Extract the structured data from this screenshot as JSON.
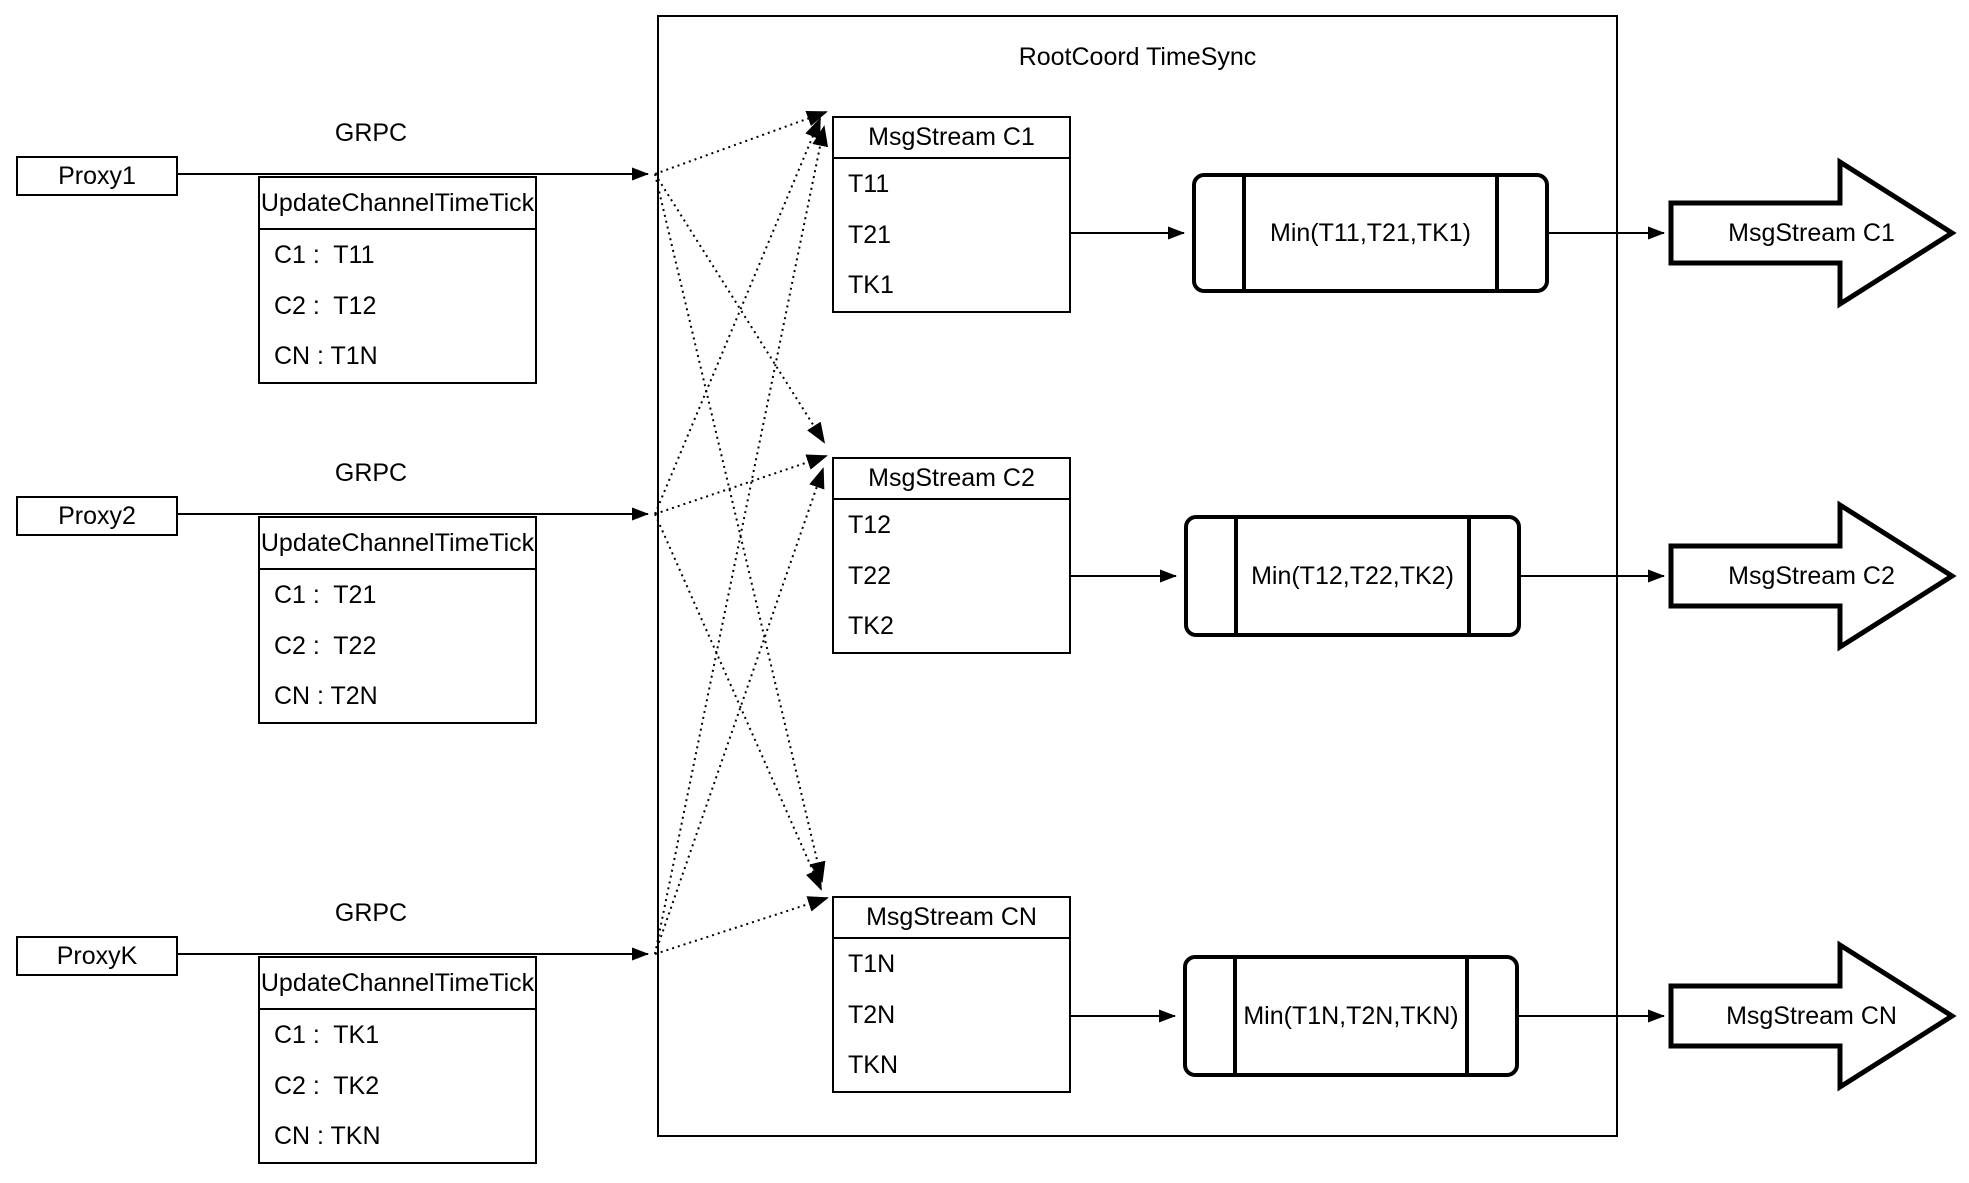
{
  "diagram": {
    "title": "RootCoord TimeSync",
    "rows": [
      {
        "proxy": "Proxy1",
        "grpc": "GRPC",
        "update_header": "UpdateChannelTimeTick",
        "update_rows": [
          "C1 :  T11",
          "C2 :  T12",
          "CN : T1N"
        ],
        "stream_header": "MsgStream C1",
        "stream_rows": [
          "T11",
          "T21",
          "TK1"
        ],
        "min_label": "Min(T11,T21,TK1)",
        "out_label": "MsgStream C1"
      },
      {
        "proxy": "Proxy2",
        "grpc": "GRPC",
        "update_header": "UpdateChannelTimeTick",
        "update_rows": [
          "C1 :  T21",
          "C2 :  T22",
          "CN : T2N"
        ],
        "stream_header": "MsgStream C2",
        "stream_rows": [
          "T12",
          "T22",
          "TK2"
        ],
        "min_label": "Min(T12,T22,TK2)",
        "out_label": "MsgStream C2"
      },
      {
        "proxy": "ProxyK",
        "grpc": "GRPC",
        "update_header": "UpdateChannelTimeTick",
        "update_rows": [
          "C1 :  TK1",
          "C2 :  TK2",
          "CN : TKN"
        ],
        "stream_header": "MsgStream CN",
        "stream_rows": [
          "T1N",
          "T2N",
          "TKN"
        ],
        "min_label": "Min(T1N,T2N,TKN)",
        "out_label": "MsgStream CN"
      }
    ],
    "colors": {
      "stroke": "#000000",
      "background": "#ffffff"
    }
  }
}
